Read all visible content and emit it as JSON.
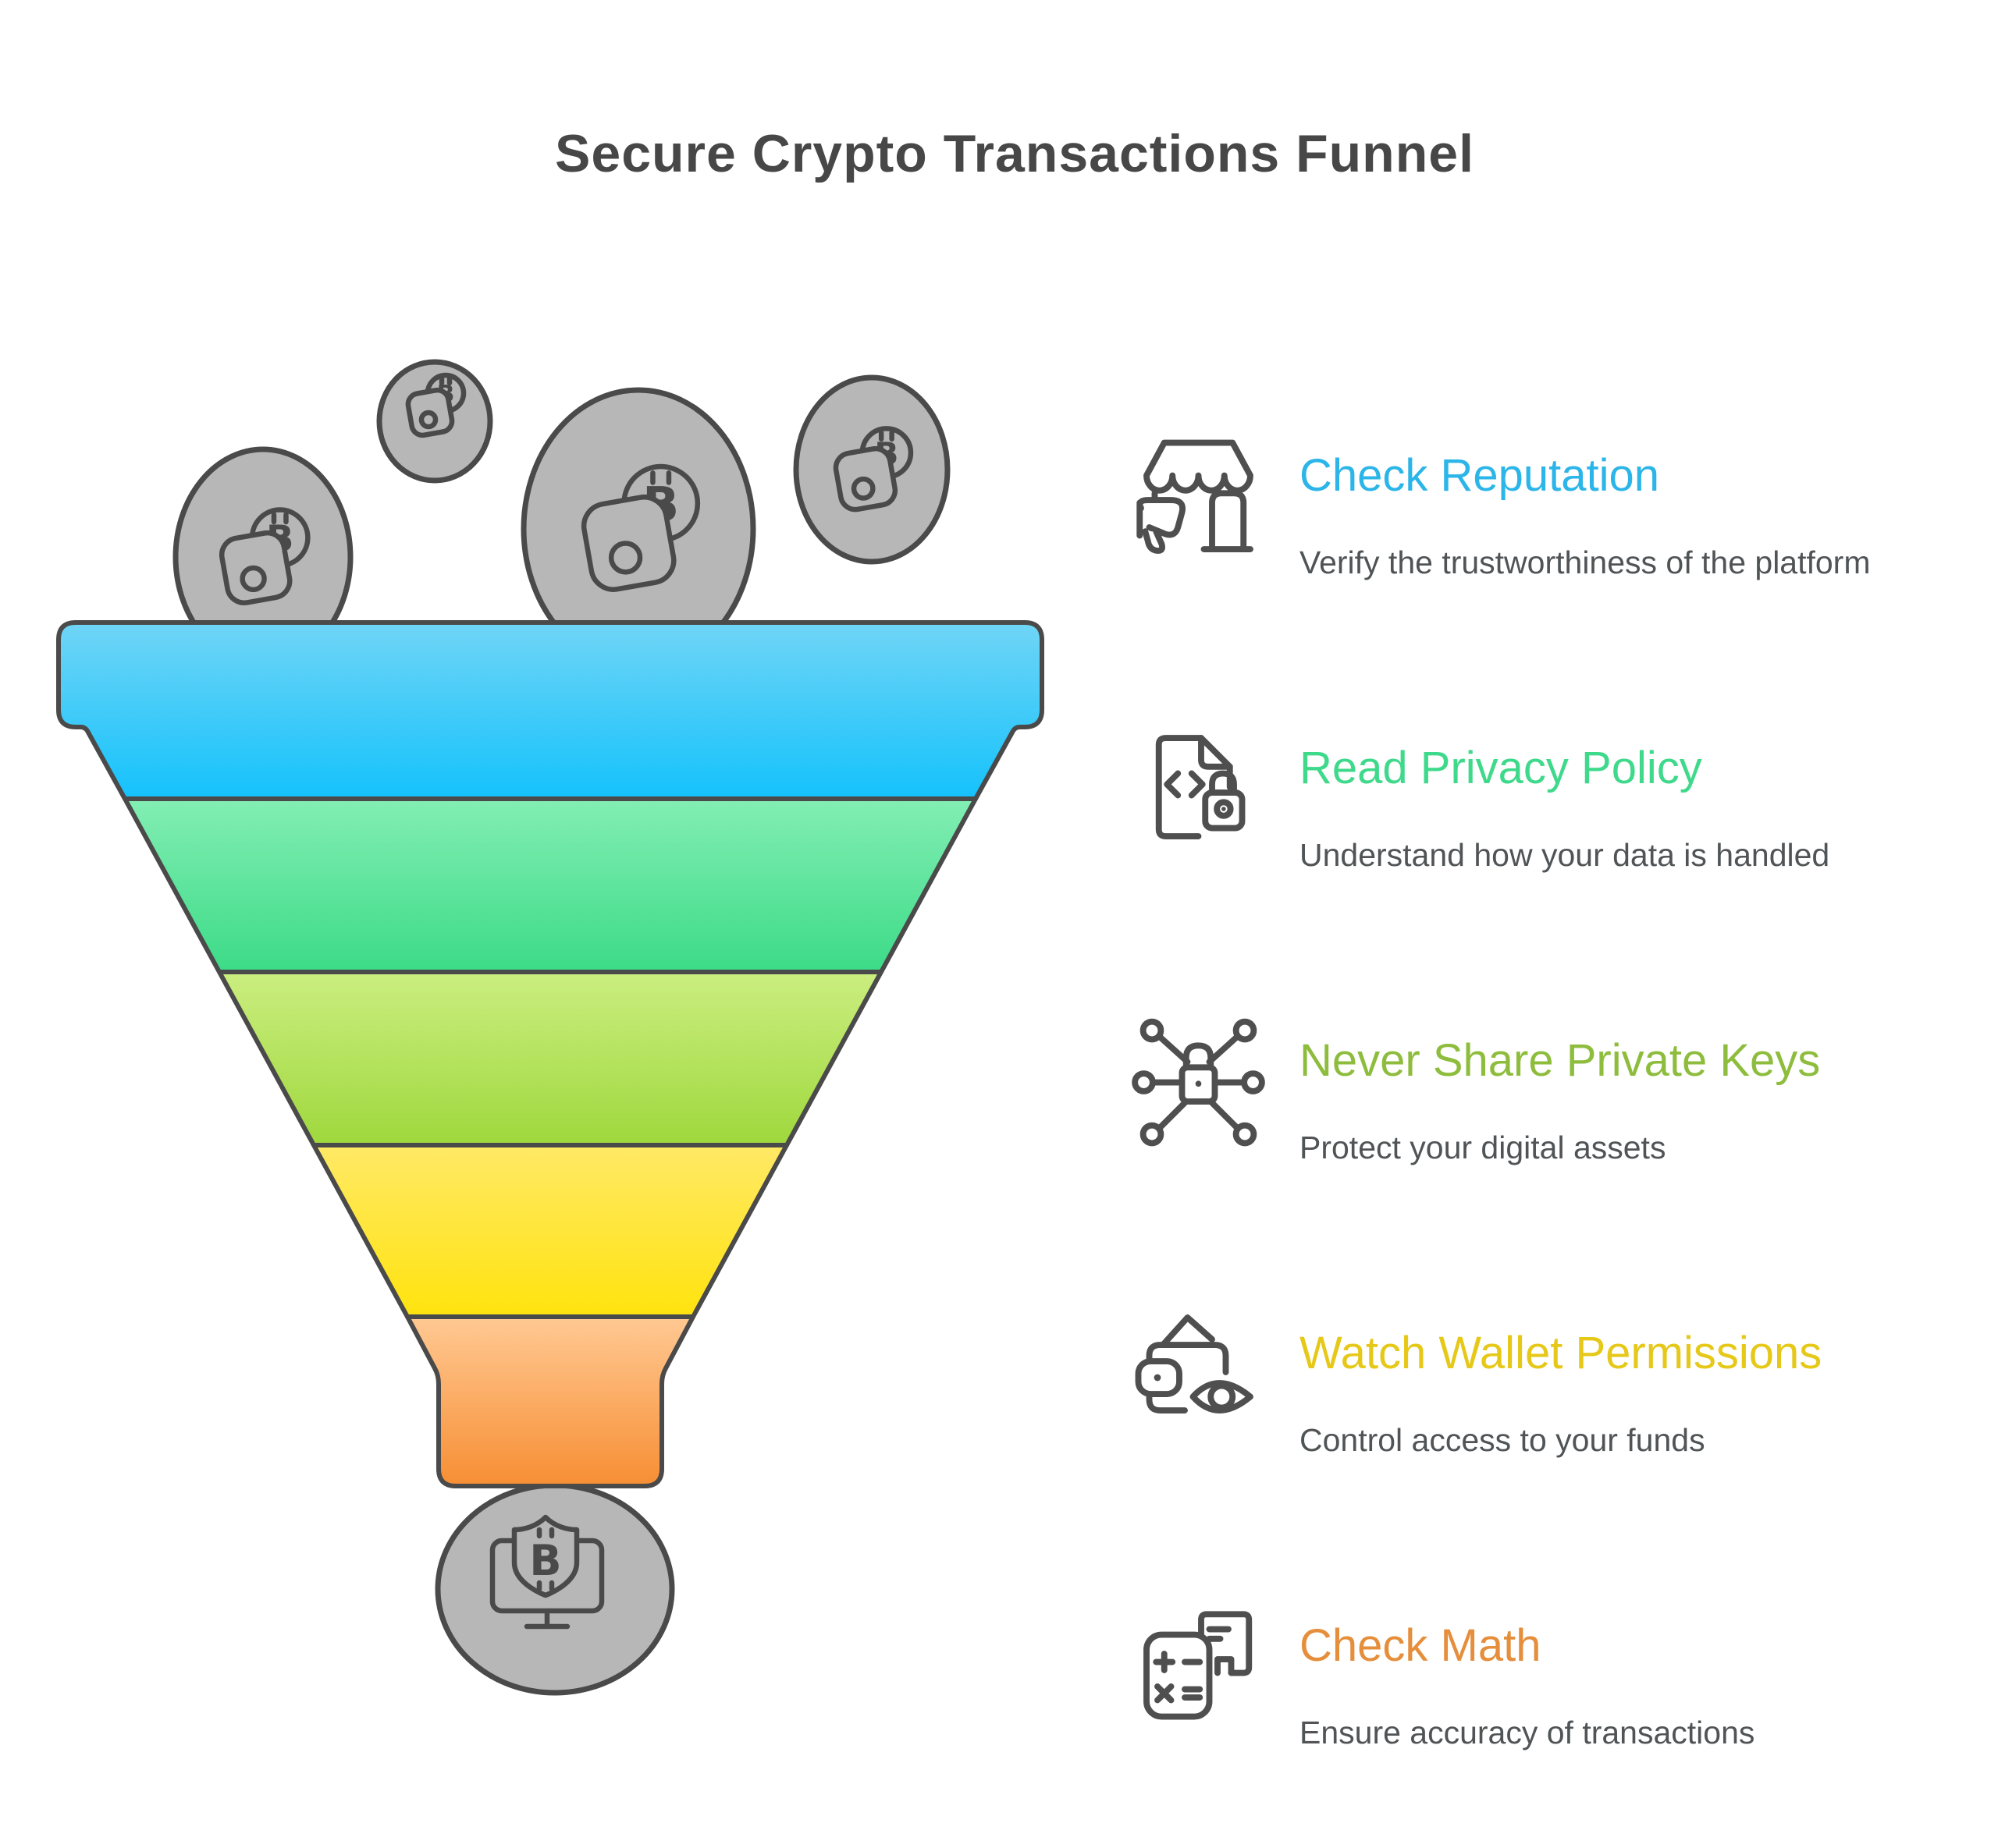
{
  "title": {
    "text": "Secure Crypto Transactions Funnel",
    "color": "#474747"
  },
  "funnel": {
    "stroke": "#4a4a4a",
    "coin_fill": "#b7b7b7",
    "coin_symbol": "B",
    "segments": [
      {
        "label": "stage-1",
        "top": "#70d5f6",
        "bottom": "#15c2fc"
      },
      {
        "label": "stage-2",
        "top": "#83eeb3",
        "bottom": "#3cdb88"
      },
      {
        "label": "stage-3",
        "top": "#cbee80",
        "bottom": "#9fd83d"
      },
      {
        "label": "stage-4",
        "top": "#ffe966",
        "bottom": "#ffe30e"
      },
      {
        "label": "stage-5",
        "top": "#ffc993",
        "bottom": "#f78e34"
      }
    ]
  },
  "icon_stroke": "#4f4f4f",
  "items": [
    {
      "icon": "storefront-thumbs-down",
      "title": "Check Reputation",
      "subtitle": "Verify the trustworthiness of the platform",
      "color": "#2cb5e8"
    },
    {
      "icon": "document-code-lock",
      "title": "Read Privacy Policy",
      "subtitle": "Understand how your data is handled",
      "color": "#3fd98b"
    },
    {
      "icon": "network-lock",
      "title": "Never Share Private Keys",
      "subtitle": "Protect your digital assets",
      "color": "#8ebd3d"
    },
    {
      "icon": "wallet-eye",
      "title": "Watch Wallet Permissions",
      "subtitle": "Control access to your funds",
      "color": "#e6c818"
    },
    {
      "icon": "calculator-receipt",
      "title": "Check Math",
      "subtitle": "Ensure accuracy of transactions",
      "color": "#e58e3b"
    }
  ]
}
